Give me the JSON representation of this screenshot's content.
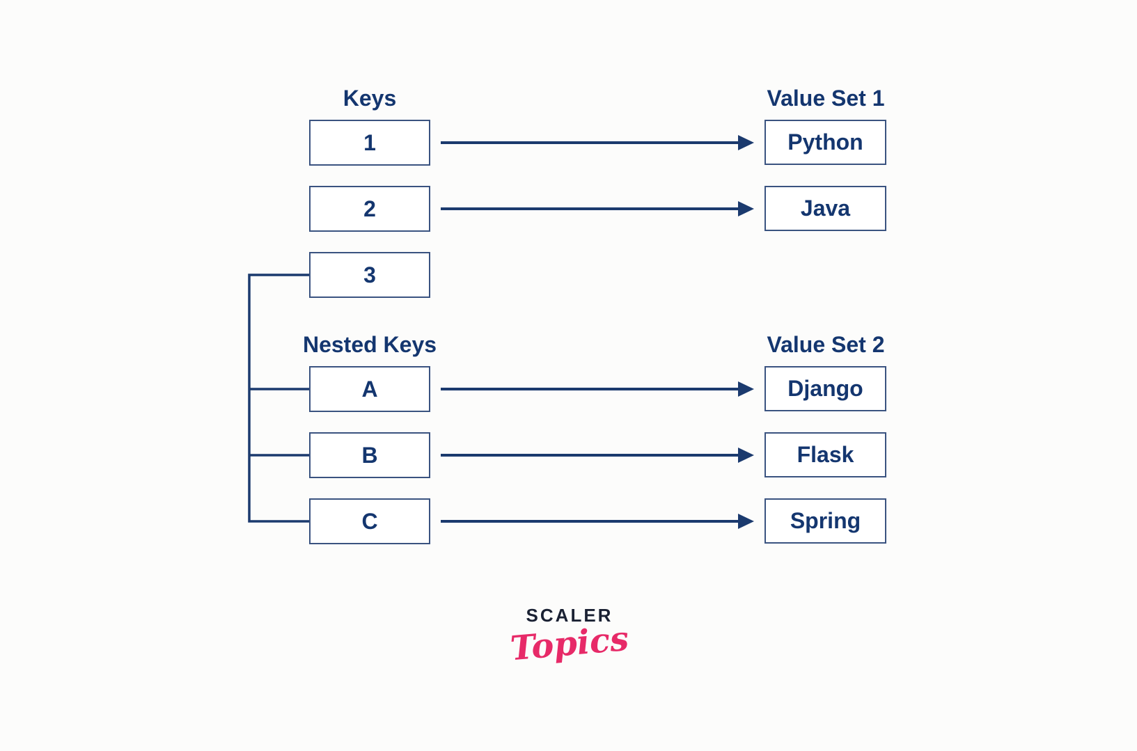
{
  "sections": {
    "keys": {
      "title": "Keys",
      "items": [
        "1",
        "2",
        "3"
      ]
    },
    "value_set_1": {
      "title": "Value Set 1",
      "items": [
        "Python",
        "Java"
      ]
    },
    "nested_keys": {
      "title": "Nested Keys",
      "items": [
        "A",
        "B",
        "C"
      ]
    },
    "value_set_2": {
      "title": "Value Set 2",
      "items": [
        "Django",
        "Flask",
        "Spring"
      ]
    }
  },
  "mappings": [
    {
      "from": "1",
      "to": "Python"
    },
    {
      "from": "2",
      "to": "Java"
    },
    {
      "from": "3",
      "to": "Nested Keys (A, B, C)"
    },
    {
      "from": "A",
      "to": "Django"
    },
    {
      "from": "B",
      "to": "Flask"
    },
    {
      "from": "C",
      "to": "Spring"
    }
  ],
  "logo": {
    "brand": "SCALER",
    "product": "Topics"
  },
  "colors": {
    "diagram_text_navy": "#14366F",
    "line_navy": "#1B3A6E",
    "box_border_navy": "#3A5380",
    "brand_dark": "#1A2133",
    "brand_pink": "#E72A68"
  }
}
